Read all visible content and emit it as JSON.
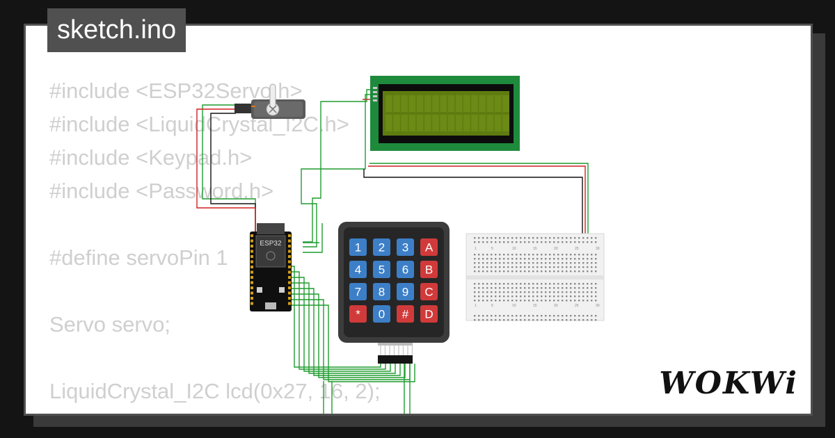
{
  "tab": {
    "title": "sketch.ino"
  },
  "code": {
    "lines": [
      "#include <ESP32Servo.h>",
      "#include <LiquidCrystal_I2C.h>",
      "#include <Keypad.h>",
      "#include <Password.h>",
      "",
      "#define servoPin 1",
      "",
      "Servo servo;",
      "",
      "LiquidCrystal_I2C lcd(0x27, 16, 2);"
    ]
  },
  "components": {
    "esp32_label": "ESP32",
    "keypad_keys": [
      "1",
      "2",
      "3",
      "A",
      "4",
      "5",
      "6",
      "B",
      "7",
      "8",
      "9",
      "C",
      "*",
      "0",
      "#",
      "D"
    ],
    "breadboard_numbers": [
      "1",
      "5",
      "10",
      "15",
      "20",
      "25",
      "30"
    ]
  },
  "brand": {
    "logo": "WOKWi"
  },
  "colors": {
    "background": "#141414",
    "card": "#ffffff",
    "tab": "#505050",
    "code_text": "#cfcfcf",
    "wire_green": "#1f9c2f",
    "wire_red": "#d11f1f",
    "wire_black": "#111111",
    "lcd_bezel": "#1e8a3c",
    "lcd_screen": "#5f7c10",
    "key_blue": "#3d7fc7",
    "key_red": "#d13a3a"
  },
  "icons": [
    "servo-icon",
    "esp32-board-icon",
    "keypad-icon",
    "lcd-display-icon",
    "breadboard-icon"
  ]
}
